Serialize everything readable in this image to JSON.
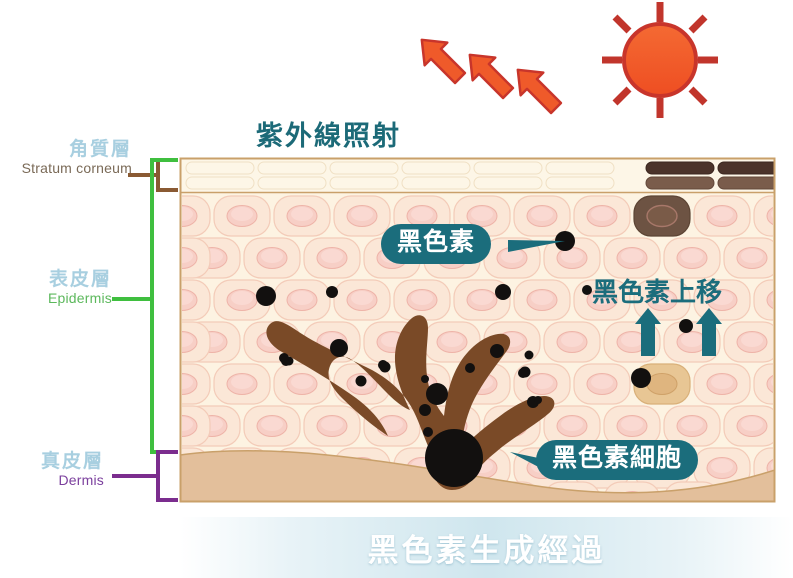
{
  "diagram": {
    "title_banner": "黑色素生成經過",
    "uv_title": "紫外線照射",
    "layers": [
      {
        "id": "stratum-corneum",
        "cn": "角質層",
        "en": "Stratum corneum",
        "bracket_color": "#8a5a33"
      },
      {
        "id": "epidermis",
        "cn": "表皮層",
        "en": "Epidermis",
        "bracket_color": "#3fbf3f"
      },
      {
        "id": "dermis",
        "cn": "真皮層",
        "en": "Dermis",
        "bracket_color": "#7b2d8e"
      }
    ],
    "callouts": [
      {
        "id": "melanin",
        "label": "黑色素",
        "tail": "right"
      },
      {
        "id": "melanocyte",
        "label": "黑色素細胞",
        "tail": "left"
      }
    ],
    "annotations": [
      {
        "id": "melanin-upward",
        "label": "黑色素上移"
      }
    ],
    "icons": {
      "sun": "sun-icon",
      "uv_arrows": "uv-ray-arrow-icon",
      "up_arrows": "melanin-up-arrow-icon"
    },
    "colors": {
      "accent_teal": "#1b6d7c",
      "sun_fill": "#f05a28",
      "sun_stroke": "#c8352b",
      "arrow_fill": "#ef5a2a",
      "arrow_stroke": "#c8352b",
      "epidermis_cell": "#fbe7d7",
      "cell_nucleus": "#f6c9c0",
      "dermis_fill": "#e3bf9b",
      "melanocyte_body": "#7a4a27",
      "melanin_granule": "#100c0c",
      "stratum_corneum_fill": "#fdf3e2",
      "banner_tint": "#cfe6ee"
    },
    "counts": {
      "uv_arrows": 3,
      "up_arrows": 2,
      "sun_rays": 8
    }
  }
}
